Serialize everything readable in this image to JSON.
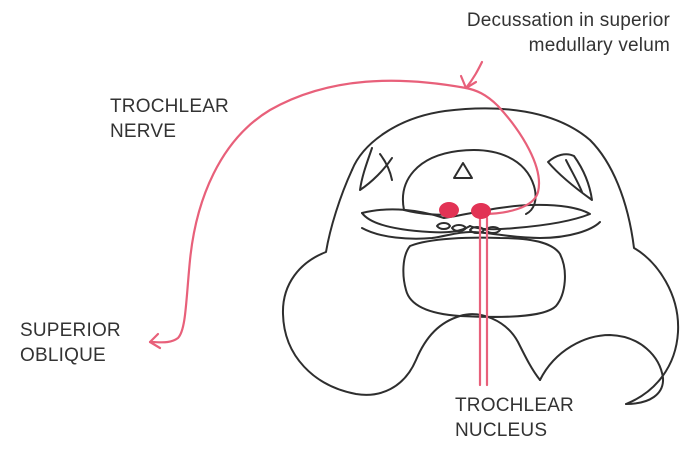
{
  "labels": {
    "decussation": {
      "line1": "Decussation in superior",
      "line2": "medullary velum"
    },
    "trochlear_nerve": {
      "line1": "TROCHLEAR",
      "line2": "NERVE"
    },
    "superior_oblique": {
      "line1": "SUPERIOR",
      "line2": "OBLIQUE"
    },
    "trochlear_nucleus": {
      "line1": "TROCHLEAR",
      "line2": "NUCLEUS"
    }
  },
  "colors": {
    "outline": "#2e2e2e",
    "nerve": "#e8607a",
    "nucleus": "#e23355",
    "text": "#333333"
  }
}
